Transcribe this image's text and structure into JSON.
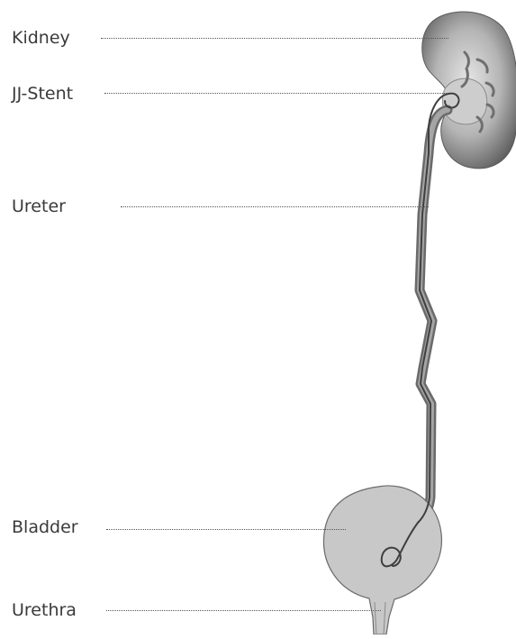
{
  "diagram": {
    "labels": {
      "kidney": "Kidney",
      "stent": "JJ-Stent",
      "ureter": "Ureter",
      "bladder": "Bladder",
      "urethra": "Urethra"
    },
    "colors": {
      "organ_dark": "#5f5f5f",
      "organ_mid": "#9a9a9a",
      "organ_light": "#d4d4d4",
      "bladder_fill": "#c6c6c6",
      "stent_line": "#3f3f3f",
      "label_text": "#3a3a3a",
      "leader_line": "#555555"
    }
  }
}
